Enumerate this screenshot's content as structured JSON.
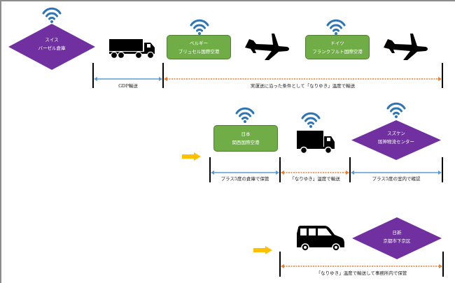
{
  "colors": {
    "diamond_fill": "#7030a0",
    "green_fill": "#70ad47",
    "wifi_blue": "#2e75b6",
    "solid_arrow": "#5b9bd5",
    "dotted_arrow": "#ed7d31",
    "pointer_arrow": "#ffc000"
  },
  "row1": {
    "swiss": {
      "line1": "スイス",
      "line2": "バーゼル倉庫"
    },
    "belgium": {
      "line1": "ベルギー",
      "line2": "ブリュセル国際空港"
    },
    "germany": {
      "line1": "ドイツ",
      "line2": "フランクフルト国際空港"
    },
    "segments": [
      {
        "label": "GDP輸送",
        "style": "solid"
      },
      {
        "label": "実運送に沿った条件として「なりゆき」温度で輸送",
        "style": "dotted"
      }
    ]
  },
  "row2": {
    "japan": {
      "line1": "日本",
      "line2": "関西国際空港"
    },
    "suzuken": {
      "line1": "スズケン",
      "line2": "阪神物流センター"
    },
    "segments": [
      {
        "label": "プラス5度の倉庫で保管",
        "style": "solid"
      },
      {
        "label": "「なりゆき」温度で輸送",
        "style": "dotted"
      },
      {
        "label": "プラス5度の室内で確認",
        "style": "solid"
      }
    ]
  },
  "row3": {
    "nisshin": {
      "line1": "日新",
      "line2": "京都市下京区"
    },
    "segments": [
      {
        "label": "「なりゆき」温度で輸送して事務所内で保管",
        "style": "dotted"
      }
    ]
  },
  "icons": {
    "wifi": "wifi-icon",
    "truck": "semi-truck-icon",
    "airplane": "airplane-icon",
    "box_truck": "box-truck-icon",
    "van": "van-icon",
    "arrow": "right-arrow-icon"
  }
}
